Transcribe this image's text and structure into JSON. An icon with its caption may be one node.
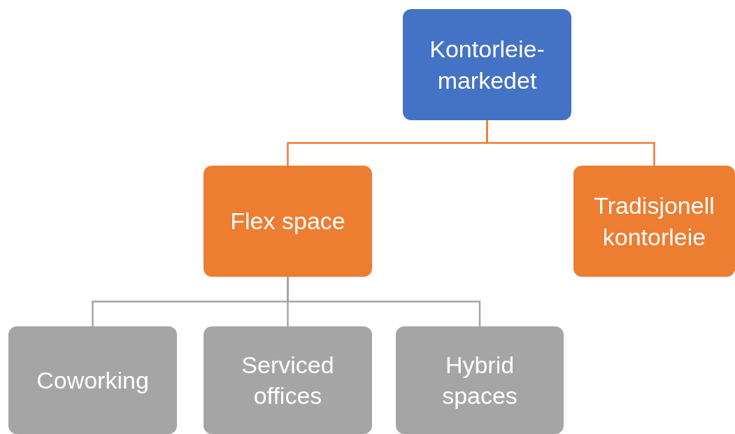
{
  "diagram": {
    "nodes": [
      {
        "text": [
          "Kontorleie-markedet"
        ]
      },
      {
        "text": [
          "Flex space"
        ]
      },
      {
        "text": [
          "Tradisjonell kontorleie"
        ]
      },
      {
        "text": [
          "Coworking"
        ]
      },
      {
        "text": [
          "Serviced offices"
        ]
      },
      {
        "text": [
          "Hybrid spaces"
        ]
      }
    ],
    "edges": [
      {
        "from": 0,
        "to": 1,
        "arrow": "none",
        "color": "#ed7d31"
      },
      {
        "from": 0,
        "to": 2,
        "arrow": "none",
        "color": "#ed7d31"
      },
      {
        "from": 1,
        "to": 3,
        "arrow": "none"
      },
      {
        "from": 1,
        "to": 4,
        "arrow": "none"
      },
      {
        "from": 1,
        "to": 5,
        "arrow": "none"
      }
    ]
  }
}
